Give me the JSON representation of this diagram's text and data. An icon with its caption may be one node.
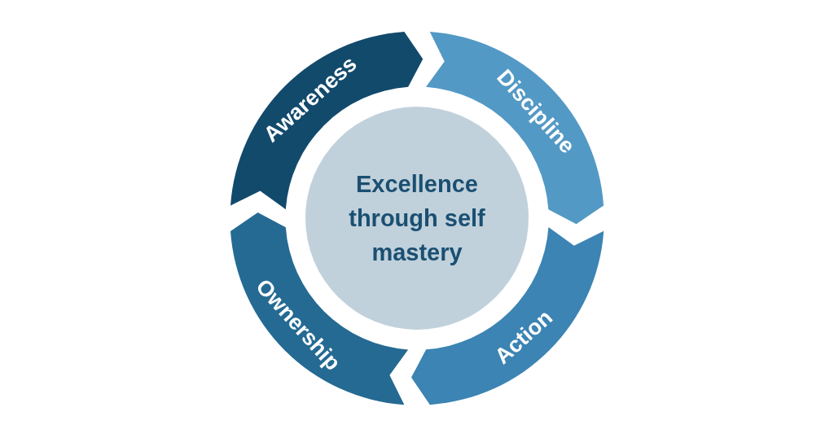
{
  "diagram": {
    "nodes": [
      {
        "text": [
          "Awareness"
        ]
      },
      {
        "text": [
          "Discipline"
        ]
      },
      {
        "text": [
          "Excellence through self mastery"
        ]
      },
      {
        "text": [
          "Ownership"
        ]
      },
      {
        "text": [
          "Action"
        ]
      }
    ]
  }
}
